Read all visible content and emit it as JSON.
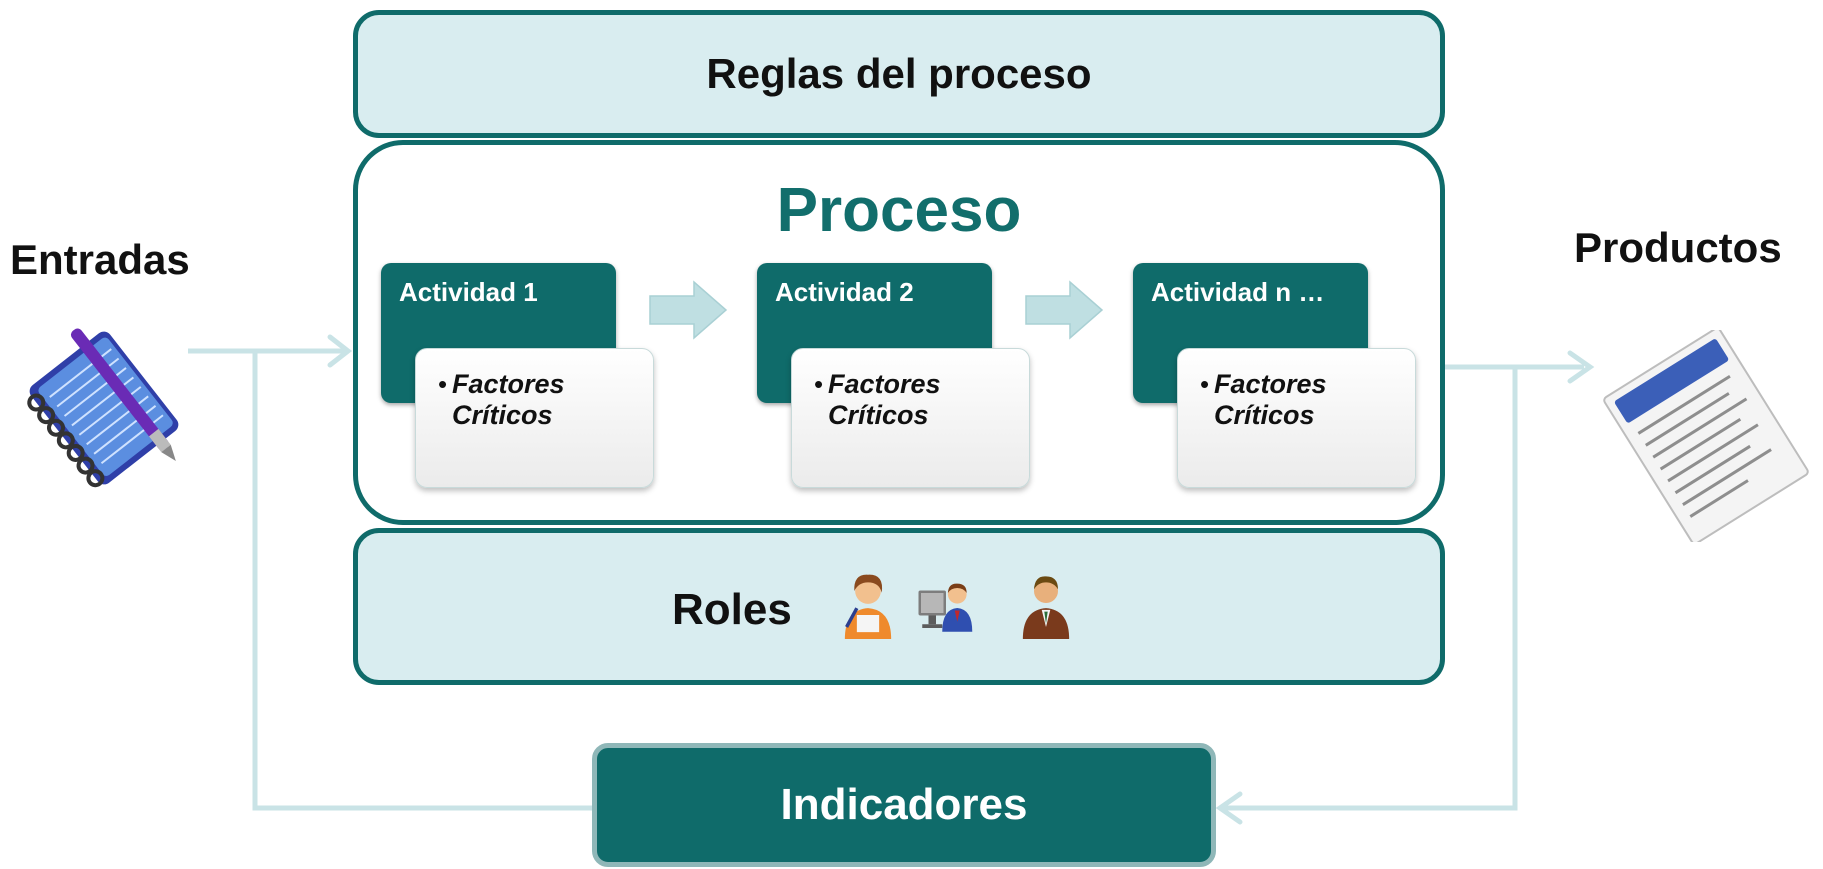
{
  "reglas_label": "Reglas del proceso",
  "proceso_title": "Proceso",
  "roles_label": "Roles",
  "indicadores_label": "Indicadores",
  "entradas_label": "Entradas",
  "productos_label": "Productos",
  "activities": [
    {
      "title": "Actividad 1",
      "bullet": "•",
      "factor_line1": "Factores",
      "factor_line2": "Críticos"
    },
    {
      "title": "Actividad 2",
      "bullet": "•",
      "factor_line1": "Factores",
      "factor_line2": "Críticos"
    },
    {
      "title": "Actividad n …",
      "bullet": "•",
      "factor_line1": "Factores",
      "factor_line2": "Críticos"
    }
  ],
  "icons": {
    "entradas": "notebook-pen-icon",
    "productos": "document-list-icon",
    "roles": [
      "woman-writing-icon",
      "man-computer-icon",
      "businessman-icon"
    ]
  },
  "colors": {
    "teal": "#0f6b6a",
    "light_teal": "#d9edf0",
    "connector": "#c9e3e6"
  }
}
